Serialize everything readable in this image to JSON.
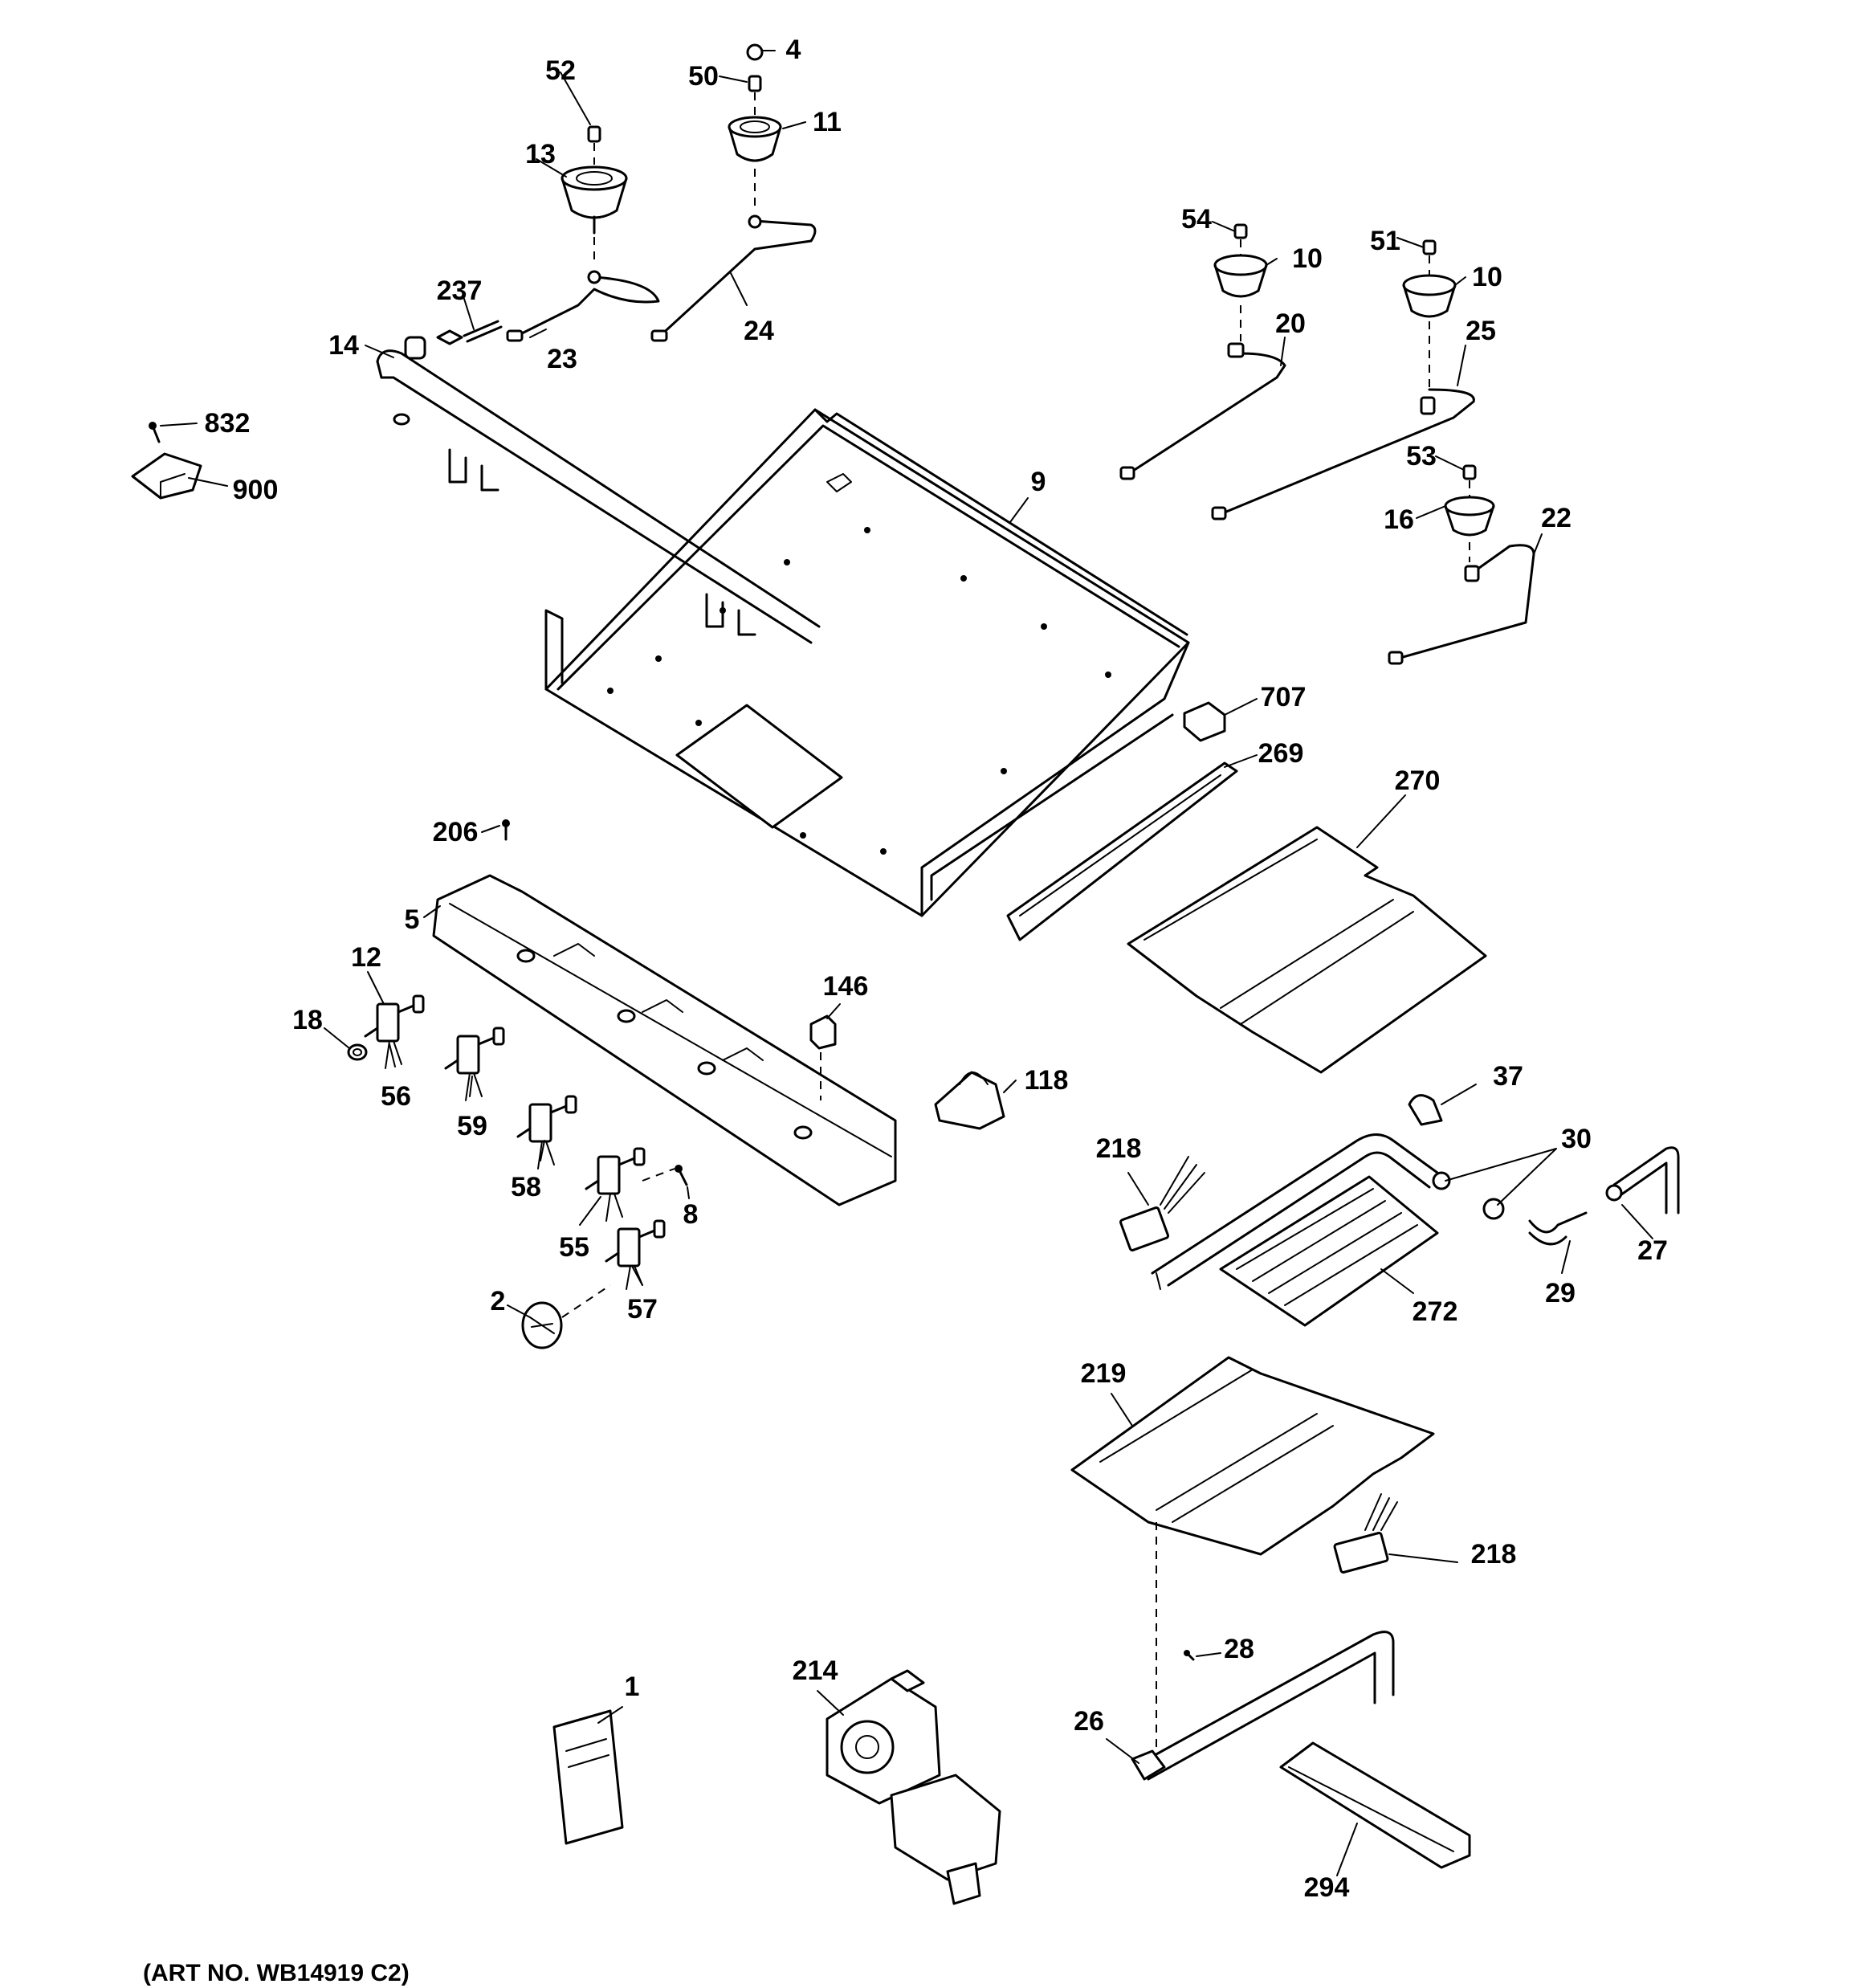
{
  "art_number": "(ART NO. WB14919 C2)",
  "labels": [
    {
      "id": "p52",
      "text": "52"
    },
    {
      "id": "p4",
      "text": "4"
    },
    {
      "id": "p50",
      "text": "50"
    },
    {
      "id": "p11",
      "text": "11"
    },
    {
      "id": "p13",
      "text": "13"
    },
    {
      "id": "p237",
      "text": "237"
    },
    {
      "id": "p14",
      "text": "14"
    },
    {
      "id": "p23",
      "text": "23"
    },
    {
      "id": "p24",
      "text": "24"
    },
    {
      "id": "p832",
      "text": "832"
    },
    {
      "id": "p900",
      "text": "900"
    },
    {
      "id": "p54",
      "text": "54"
    },
    {
      "id": "p10a",
      "text": "10"
    },
    {
      "id": "p51",
      "text": "51"
    },
    {
      "id": "p10b",
      "text": "10"
    },
    {
      "id": "p20",
      "text": "20"
    },
    {
      "id": "p25",
      "text": "25"
    },
    {
      "id": "p53",
      "text": "53"
    },
    {
      "id": "p16",
      "text": "16"
    },
    {
      "id": "p22",
      "text": "22"
    },
    {
      "id": "p9",
      "text": "9"
    },
    {
      "id": "p707",
      "text": "707"
    },
    {
      "id": "p269",
      "text": "269"
    },
    {
      "id": "p270",
      "text": "270"
    },
    {
      "id": "p206",
      "text": "206"
    },
    {
      "id": "p5",
      "text": "5"
    },
    {
      "id": "p12",
      "text": "12"
    },
    {
      "id": "p18",
      "text": "18"
    },
    {
      "id": "p56",
      "text": "56"
    },
    {
      "id": "p59",
      "text": "59"
    },
    {
      "id": "p146",
      "text": "146"
    },
    {
      "id": "p118",
      "text": "118"
    },
    {
      "id": "p37",
      "text": "37"
    },
    {
      "id": "p30",
      "text": "30"
    },
    {
      "id": "p218a",
      "text": "218"
    },
    {
      "id": "p58",
      "text": "58"
    },
    {
      "id": "p8",
      "text": "8"
    },
    {
      "id": "p55",
      "text": "55"
    },
    {
      "id": "p27",
      "text": "27"
    },
    {
      "id": "p29",
      "text": "29"
    },
    {
      "id": "p272",
      "text": "272"
    },
    {
      "id": "p2",
      "text": "2"
    },
    {
      "id": "p57",
      "text": "57"
    },
    {
      "id": "p219",
      "text": "219"
    },
    {
      "id": "p218b",
      "text": "218"
    },
    {
      "id": "p28",
      "text": "28"
    },
    {
      "id": "p1",
      "text": "1"
    },
    {
      "id": "p214",
      "text": "214"
    },
    {
      "id": "p26",
      "text": "26"
    },
    {
      "id": "p294",
      "text": "294"
    }
  ]
}
